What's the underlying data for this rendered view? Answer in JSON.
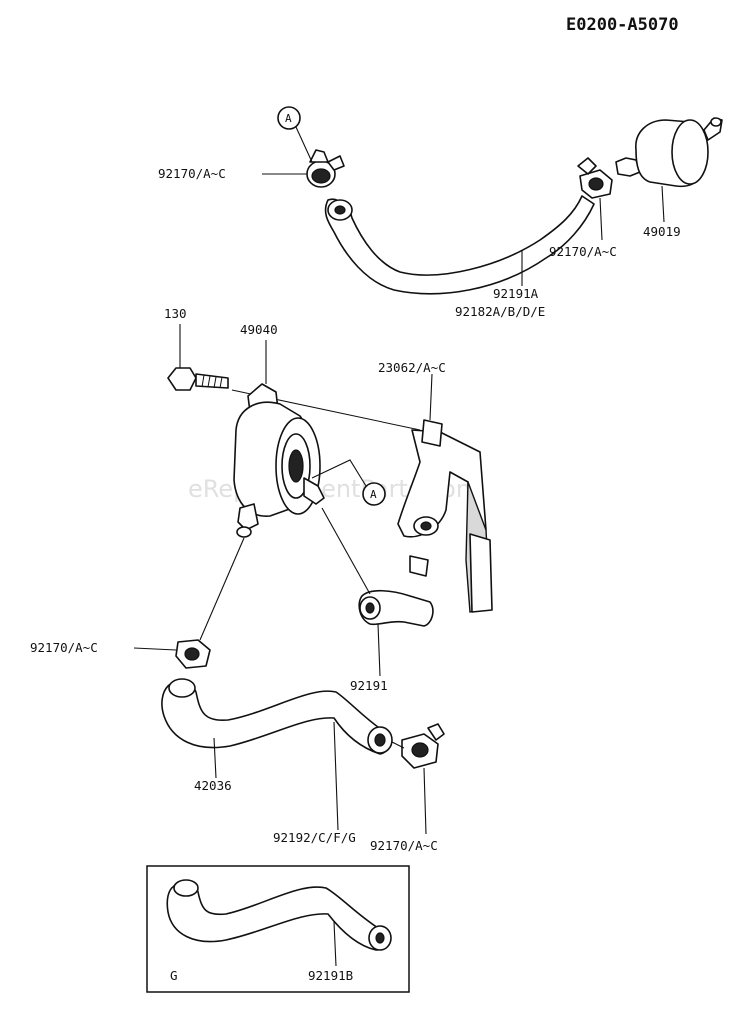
{
  "diagram_code": "E0200-A5070",
  "watermark": "eReplacementParts.com",
  "callouts": {
    "clamp_top_left": "92170/A~C",
    "clamp_top_right": "92170/A~C",
    "fuel_filter": "49019",
    "hose_top_a": "92191A",
    "hose_top_b": "92182A/B/D/E",
    "bolt": "130",
    "fuel_pump": "49040",
    "bracket": "23062/A~C",
    "clamp_mid_left": "92170/A~C",
    "hose_short": "92191",
    "hose_long": "42036",
    "hose_lower": "92192/C/F/G",
    "clamp_bottom": "92170/A~C",
    "inset_letter": "G",
    "inset_hose": "92191B"
  },
  "ref_markers": [
    "A",
    "A"
  ]
}
